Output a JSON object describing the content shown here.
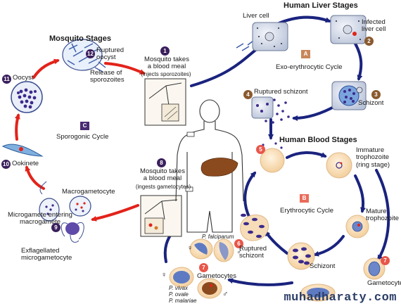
{
  "headings": {
    "mosquito": "Mosquito Stages",
    "liver": "Human Liver Stages",
    "blood": "Human Blood Stages"
  },
  "cycles": {
    "exo": {
      "letter": "A",
      "label": "Exo-erythrocytic Cycle"
    },
    "erythro": {
      "letter": "B",
      "label": "Erythrocytic Cycle"
    },
    "sporo": {
      "letter": "C",
      "label": "Sporogonic Cycle"
    }
  },
  "steps": {
    "s1": {
      "num": "1",
      "title": "Mosquito takes\na blood meal",
      "note": "(injects sporozoites)"
    },
    "s2": {
      "num": "2",
      "label": "Infected\nliver cell"
    },
    "s3": {
      "num": "3",
      "label": "Schizont"
    },
    "s4": {
      "num": "4",
      "label": "Ruptured schizont"
    },
    "s5": {
      "num": "5"
    },
    "s6": {
      "num": "6",
      "label": "Ruptured\nschizont"
    },
    "s7": {
      "num": "7",
      "label": "Gametocytes"
    },
    "s8": {
      "num": "8",
      "title": "Mosquito takes\na blood meal",
      "note": "(ingests gametocytes)"
    },
    "s9": {
      "num": "9",
      "label": "Microgamete entering\nmacrogamete"
    },
    "s10": {
      "num": "10",
      "label": "Ookinete"
    },
    "s11": {
      "num": "11",
      "label": "Oocyst"
    },
    "s12": {
      "num": "12",
      "label": "Ruptured\noocyst",
      "release": "Release of\nsporozoites"
    }
  },
  "labels": {
    "liver_cell": "Liver cell",
    "immature_troph": "Immature\ntrophozoite\n(ring stage)",
    "mature_troph": "Mature\ntrophozoite",
    "blood_schizont": "Schizont",
    "gametocytes_trunc": "Gametocytes",
    "macrogametocyte": "Macrogametocyte",
    "exflagellated": "Exflagellated\nmicrogametocyte",
    "p_falciparum": "P. falciparum",
    "p_vivax": "P. vivax",
    "p_ovale": "P. ovale",
    "p_malariae": "P. malariae",
    "female": "♀",
    "male": "♂"
  },
  "watermark": "muhadharaty.com",
  "colors": {
    "red_arrow": "#e2231a",
    "blue_arrow": "#1a237e",
    "cell": "#f6dcb8",
    "cell_edge": "#e0b98a",
    "parasite": "#3c2a8c",
    "badge_dark": "#3a1f5c",
    "badge_brown": "#8a5a2e",
    "badge_red": "#e8564a"
  }
}
